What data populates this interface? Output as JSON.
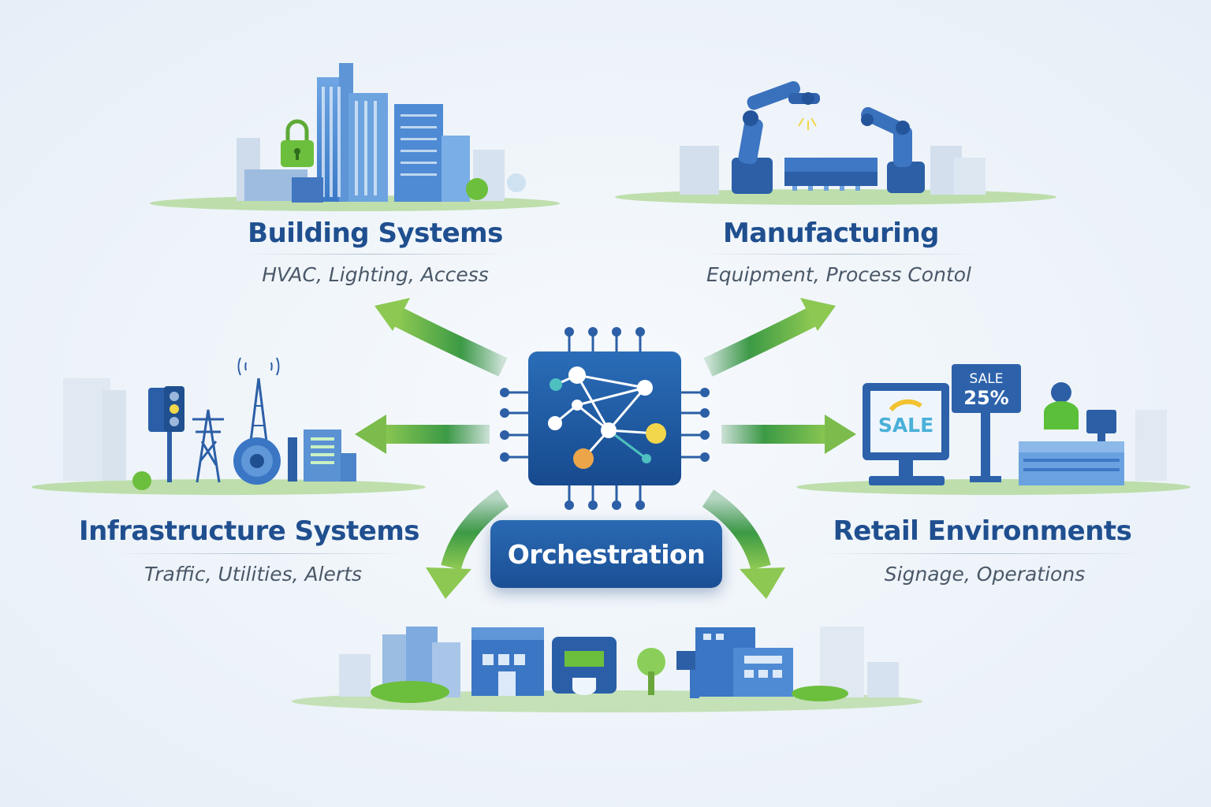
{
  "center": {
    "label": "Orchestration",
    "icon": "processor-network-icon"
  },
  "domains": {
    "building": {
      "title": "Building Systems",
      "subtitle": "HVAC, Lighting, Access",
      "icon": "city-lock-icon"
    },
    "manufacturing": {
      "title": "Manufacturing",
      "subtitle": "Equipment, Process Contol",
      "icon": "robot-arm-icon"
    },
    "infrastructure": {
      "title": "Infrastructure Systems",
      "subtitle": "Traffic, Utilities, Alerts",
      "icon": "traffic-light-tower-icon"
    },
    "retail": {
      "title": "Retail Environments",
      "subtitle": "Signage, Operations",
      "icon": "sale-sign-icon"
    }
  },
  "retail_signs": {
    "monitor_text": "SALE",
    "sign_top": "SALE",
    "sign_bottom": "25%"
  },
  "colors": {
    "primary_blue": "#1f4f8f",
    "chip_blue": "#1d5aa3",
    "arrow_green": "#5fae3f",
    "lock_green": "#6cbf3c",
    "accent_yellow": "#f2d64b",
    "accent_orange": "#eda54a",
    "accent_teal": "#4fc0c0"
  }
}
